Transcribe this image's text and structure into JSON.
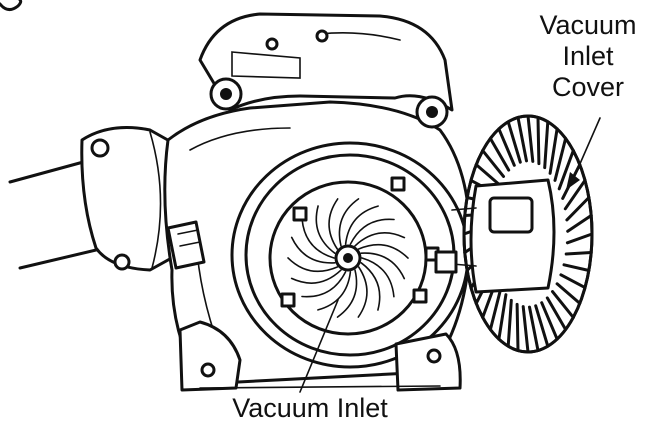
{
  "labels": {
    "cover_line1": "Vacuum",
    "cover_line2": "Inlet",
    "cover_line3": "Cover",
    "inlet": "Vacuum Inlet"
  },
  "colors": {
    "ink": "#111111",
    "background": "#ffffff"
  }
}
